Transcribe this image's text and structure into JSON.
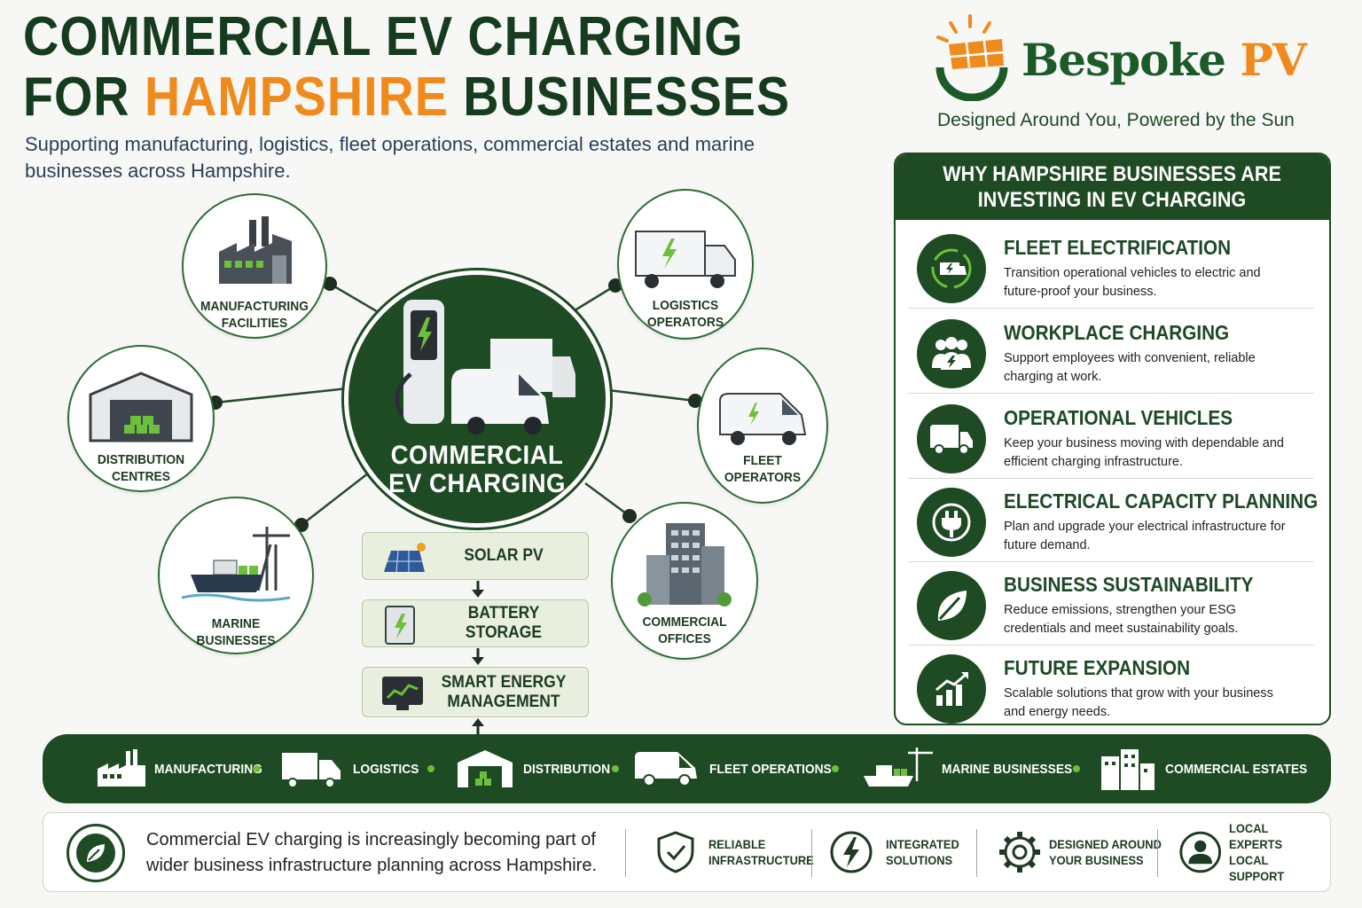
{
  "header": {
    "title_line1": "COMMERCIAL EV CHARGING",
    "title_line2_prefix": "FOR ",
    "title_line2_highlight": "HAMPSHIRE",
    "title_line2_suffix": " BUSINESSES",
    "subtitle": "Supporting manufacturing, logistics, fleet operations, commercial estates and marine businesses across Hampshire."
  },
  "brand": {
    "name_main": "Bespoke ",
    "name_accent": "PV",
    "tagline": "Designed Around You, Powered by the Sun",
    "colors": {
      "green": "#1e4a24",
      "orange": "#f08a1c",
      "lime": "#6cbf3a"
    }
  },
  "hub": {
    "center_label_1": "COMMERCIAL",
    "center_label_2": "EV CHARGING",
    "segments": [
      {
        "label_1": "MANUFACTURING",
        "label_2": "FACILITIES",
        "icon": "factory-icon"
      },
      {
        "label_1": "LOGISTICS",
        "label_2": "OPERATORS",
        "icon": "truck-icon"
      },
      {
        "label_1": "DISTRIBUTION",
        "label_2": "CENTRES",
        "icon": "warehouse-icon"
      },
      {
        "label_1": "FLEET",
        "label_2": "OPERATORS",
        "icon": "van-icon"
      },
      {
        "label_1": "MARINE",
        "label_2": "BUSINESSES",
        "icon": "ship-crane-icon"
      },
      {
        "label_1": "COMMERCIAL",
        "label_2": "OFFICES",
        "icon": "office-building-icon"
      }
    ],
    "stack": [
      {
        "label": "SOLAR PV",
        "icon": "solar-panel-icon"
      },
      {
        "label": "BATTERY STORAGE",
        "icon": "battery-icon"
      },
      {
        "label": "SMART ENERGY\nMANAGEMENT",
        "icon": "monitor-chart-icon"
      }
    ]
  },
  "panel": {
    "title_1": "WHY HAMPSHIRE BUSINESSES ARE",
    "title_2": "INVESTING IN EV CHARGING",
    "reasons": [
      {
        "title": "FLEET ELECTRIFICATION",
        "text": "Transition operational vehicles to electric and future-proof your business.",
        "icon": "van-charging-icon"
      },
      {
        "title": "WORKPLACE CHARGING",
        "text": "Support employees with convenient, reliable charging at work.",
        "icon": "people-icon"
      },
      {
        "title": "OPERATIONAL VEHICLES",
        "text": "Keep your business moving with dependable and efficient charging infrastructure.",
        "icon": "van-icon"
      },
      {
        "title": "ELECTRICAL CAPACITY PLANNING",
        "text": "Plan and upgrade your electrical infrastructure for future demand.",
        "icon": "plug-icon"
      },
      {
        "title": "BUSINESS SUSTAINABILITY",
        "text": "Reduce emissions, strengthen your ESG credentials and meet sustainability goals.",
        "icon": "leaf-icon"
      },
      {
        "title": "FUTURE EXPANSION",
        "text": "Scalable solutions that grow with your business and energy needs.",
        "icon": "growth-chart-icon"
      }
    ]
  },
  "band": [
    {
      "label": "MANUFACTURING",
      "icon": "factory-icon"
    },
    {
      "label": "LOGISTICS",
      "icon": "truck-icon"
    },
    {
      "label": "DISTRIBUTION",
      "icon": "warehouse-icon"
    },
    {
      "label": "FLEET OPERATIONS",
      "icon": "van-icon"
    },
    {
      "label": "MARINE BUSINESSES",
      "icon": "ship-icon"
    },
    {
      "label": "COMMERCIAL ESTATES",
      "icon": "buildings-icon"
    }
  ],
  "footer": {
    "text": "Commercial EV charging is increasingly becoming part of wider business infrastructure planning across Hampshire.",
    "badges": [
      {
        "label": "RELIABLE\nINFRASTRUCTURE",
        "icon": "shield-check-icon"
      },
      {
        "label": "INTEGRATED\nSOLUTIONS",
        "icon": "bolt-icon"
      },
      {
        "label": "DESIGNED AROUND\nYOUR BUSINESS",
        "icon": "gear-icon"
      },
      {
        "label": "LOCAL EXPERTS\nLOCAL SUPPORT",
        "icon": "person-icon"
      }
    ]
  }
}
